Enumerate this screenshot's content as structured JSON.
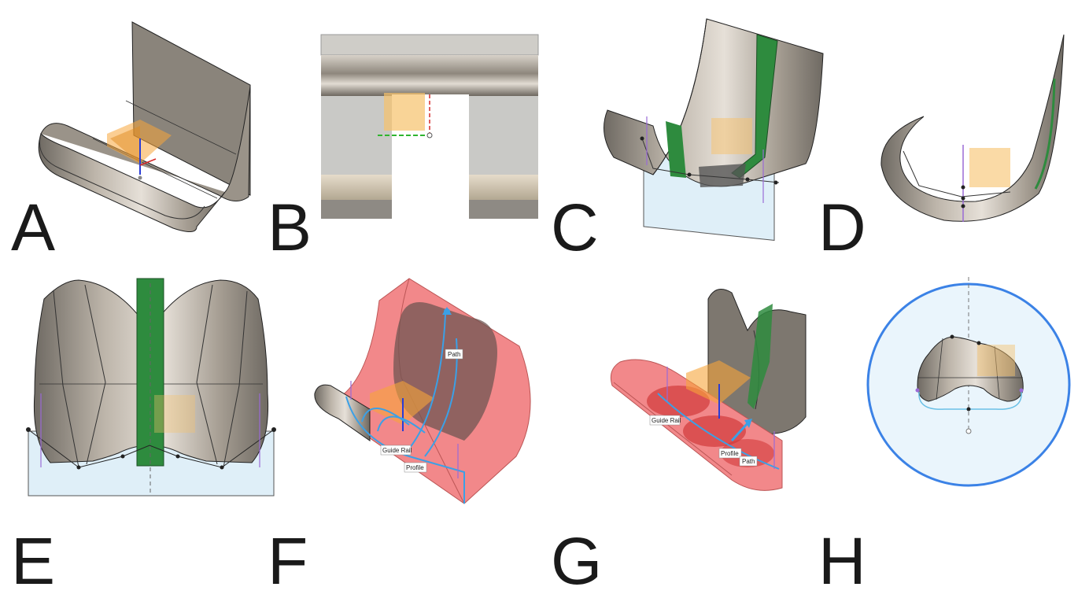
{
  "panels": [
    {
      "letter": "A"
    },
    {
      "letter": "B"
    },
    {
      "letter": "C"
    },
    {
      "letter": "D"
    },
    {
      "letter": "E"
    },
    {
      "letter": "F",
      "tags": {
        "path": "Path",
        "guide_rail": "Guide Rail",
        "profile": "Profile"
      }
    },
    {
      "letter": "G",
      "tags": {
        "guide_rail": "Guide Rail",
        "profile": "Profile",
        "path": "Path"
      }
    },
    {
      "letter": "H"
    }
  ],
  "colors": {
    "metal": "#8f887e",
    "metal_light": "#cfc8be",
    "green": "#2e8b3e",
    "red_body": "#f2888a",
    "orange_plane": "#f7c26b",
    "sketch_blue": "#dfeff8",
    "circle_blue": "#3b82e6"
  }
}
